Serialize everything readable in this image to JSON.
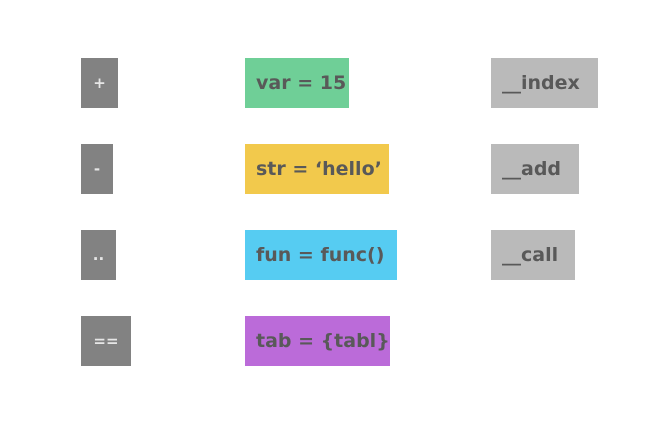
{
  "operators": [
    {
      "label": "+"
    },
    {
      "label": "-"
    },
    {
      "label": ".."
    },
    {
      "label": "=="
    }
  ],
  "assignments": [
    {
      "label": "var = 15",
      "color": "#6fcf97"
    },
    {
      "label": "str = ‘hello’",
      "color": "#f2c94c"
    },
    {
      "label": "fun = func()",
      "color": "#56ccf2"
    },
    {
      "label": "tab = {tabl}",
      "color": "#bb6bd9"
    }
  ],
  "metamethods": [
    {
      "label": "__index"
    },
    {
      "label": "__add"
    },
    {
      "label": "__call"
    }
  ],
  "colors": {
    "operator_bg": "#828282",
    "metamethod_bg": "#bababa"
  }
}
